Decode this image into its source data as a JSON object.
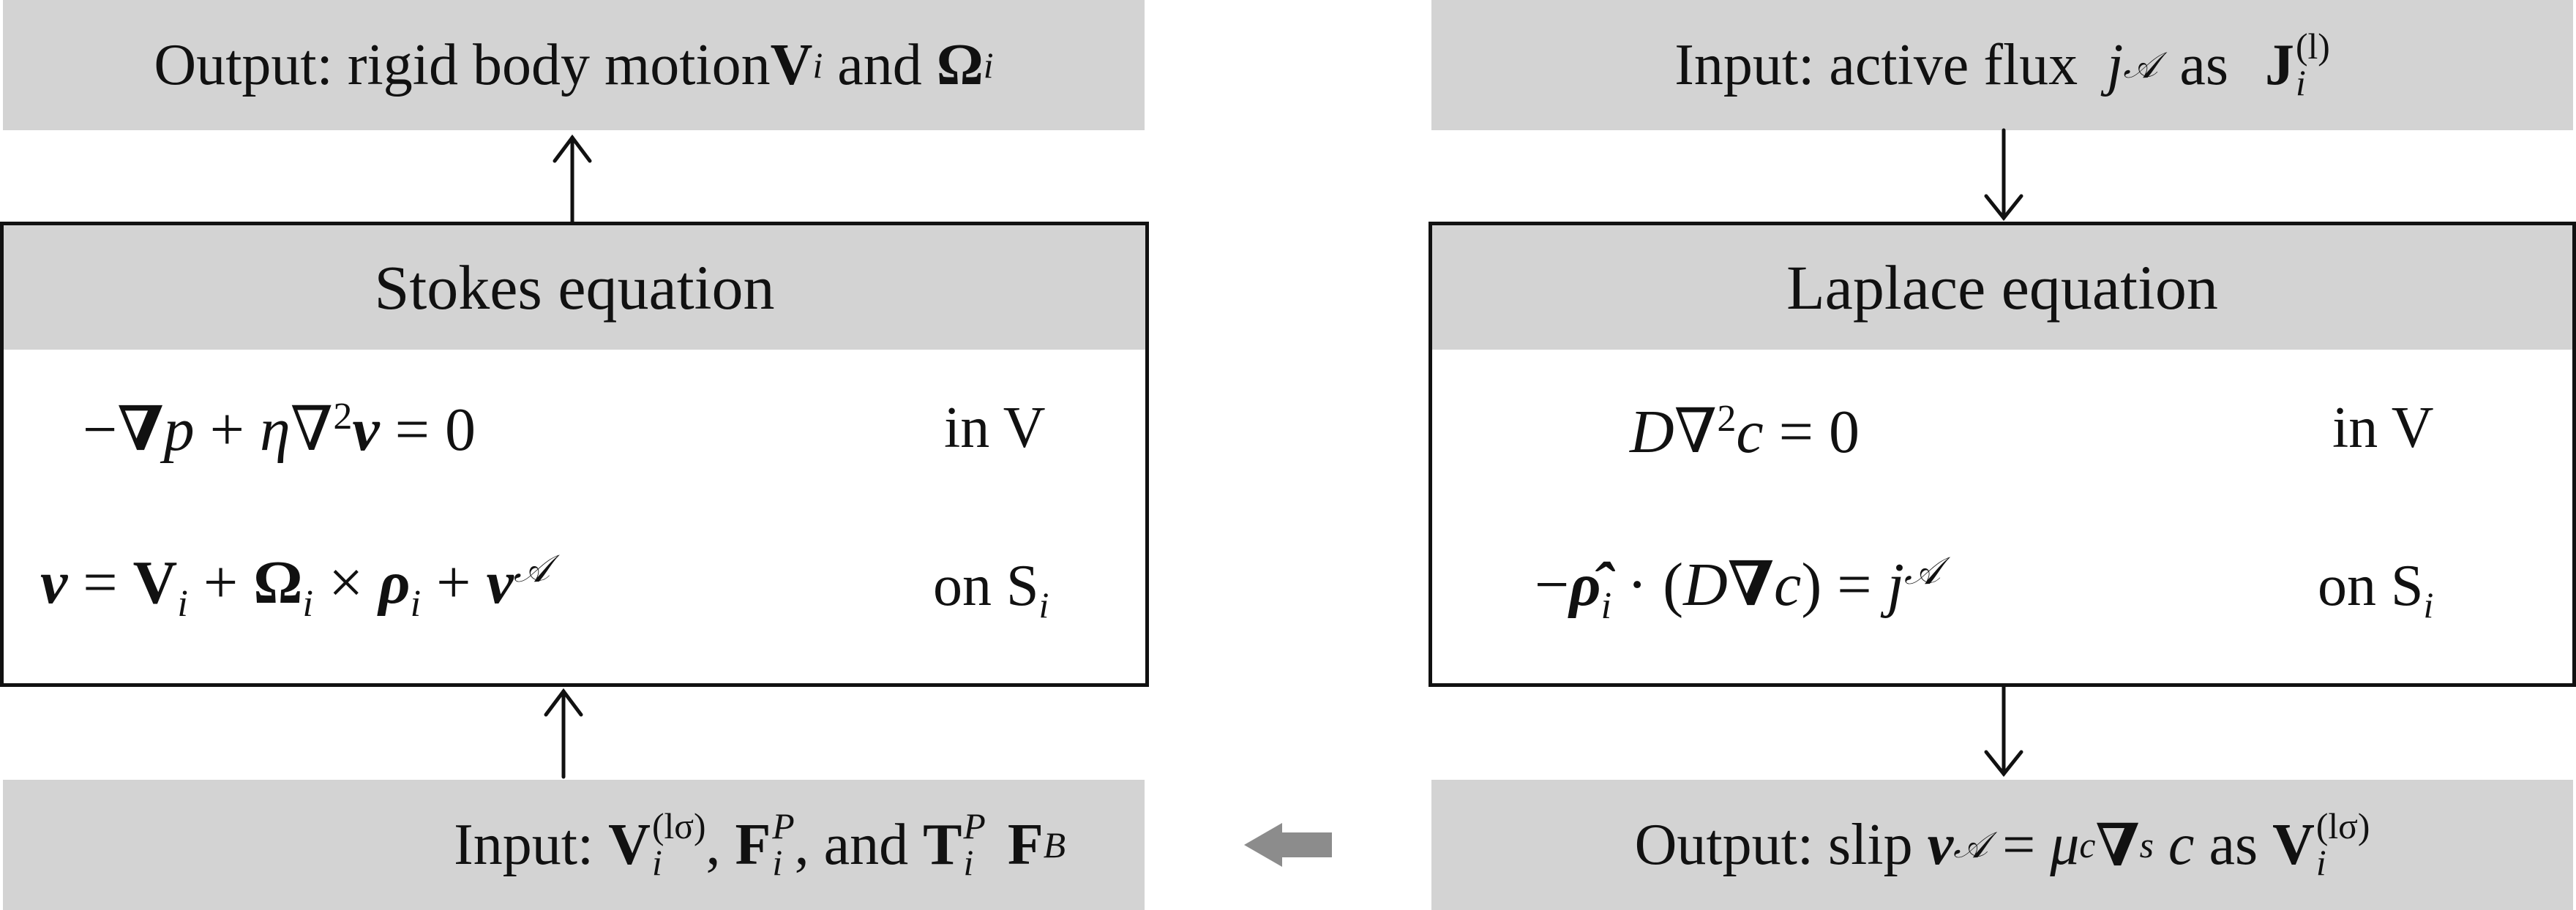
{
  "output_left": {
    "prefix": "Output: rigid body motion ",
    "v": "V",
    "v_sub": "i",
    "and": " and ",
    "omega": "Ω",
    "omega_sub": "i"
  },
  "input_right": {
    "prefix": "Input: active flux ",
    "j": "j",
    "j_sup": "𝒜",
    "as": " as ",
    "J": "J",
    "J_sub": "i",
    "J_sup": "(l)"
  },
  "stokes": {
    "title": "Stokes equation",
    "eq1": {
      "minus": "−",
      "nabla": "∇",
      "p": "p",
      "plus": " + ",
      "eta": "η",
      "lap": "∇",
      "sq": "2",
      "v": "v",
      "eq": " = 0"
    },
    "cond1": "in V",
    "eq2": {
      "v": "v",
      "eq": " = ",
      "V": "V",
      "V_sub": "i",
      "plus1": " + ",
      "Om": "Ω",
      "Om_sub": "i",
      "times": " × ",
      "rho": "ρ",
      "rho_sub": "i",
      "plus2": " + ",
      "va": "v",
      "va_sup": "𝒜"
    },
    "cond2": "on S",
    "cond2_sub": "i"
  },
  "laplace": {
    "title": "Laplace equation",
    "eq1": {
      "D": "D",
      "lap": "∇",
      "sq": "2",
      "c": "c",
      "eq": " = 0"
    },
    "cond1": "in V",
    "eq2": {
      "minus": "−",
      "rho": "ρ̂",
      "rho_sub": "i",
      "dot": " · (",
      "D": "D",
      "nabla": "∇",
      "c": "c",
      "close": ") = ",
      "j": "j",
      "j_sup": "𝒜"
    },
    "cond2": "on S",
    "cond2_sub": "i"
  },
  "input_left": {
    "prefix": "Input: ",
    "V": "V",
    "V_sub": "i",
    "V_sup": "(lσ)",
    "sep1": ", ",
    "F": "F",
    "F_sub": "i",
    "F_sup": "P",
    "sep2": ", and ",
    "T": "T",
    "T_sub": "i",
    "T_sup": "P",
    "FB": "F",
    "FB_sup": "B"
  },
  "output_right": {
    "prefix": "Output: slip ",
    "v": "v",
    "v_sup": "𝒜",
    "eq": " = ",
    "mu": "μ",
    "mu_sub": "c",
    "nabla": "∇",
    "nabla_sub": "s",
    "c": " c",
    "as": " as ",
    "V": "V",
    "V_sub": "i",
    "V_sup": "(lσ)"
  },
  "colors": {
    "panel": "#d3d3d3",
    "stroke": "#111111",
    "big_arrow": "#8c8c8c"
  }
}
